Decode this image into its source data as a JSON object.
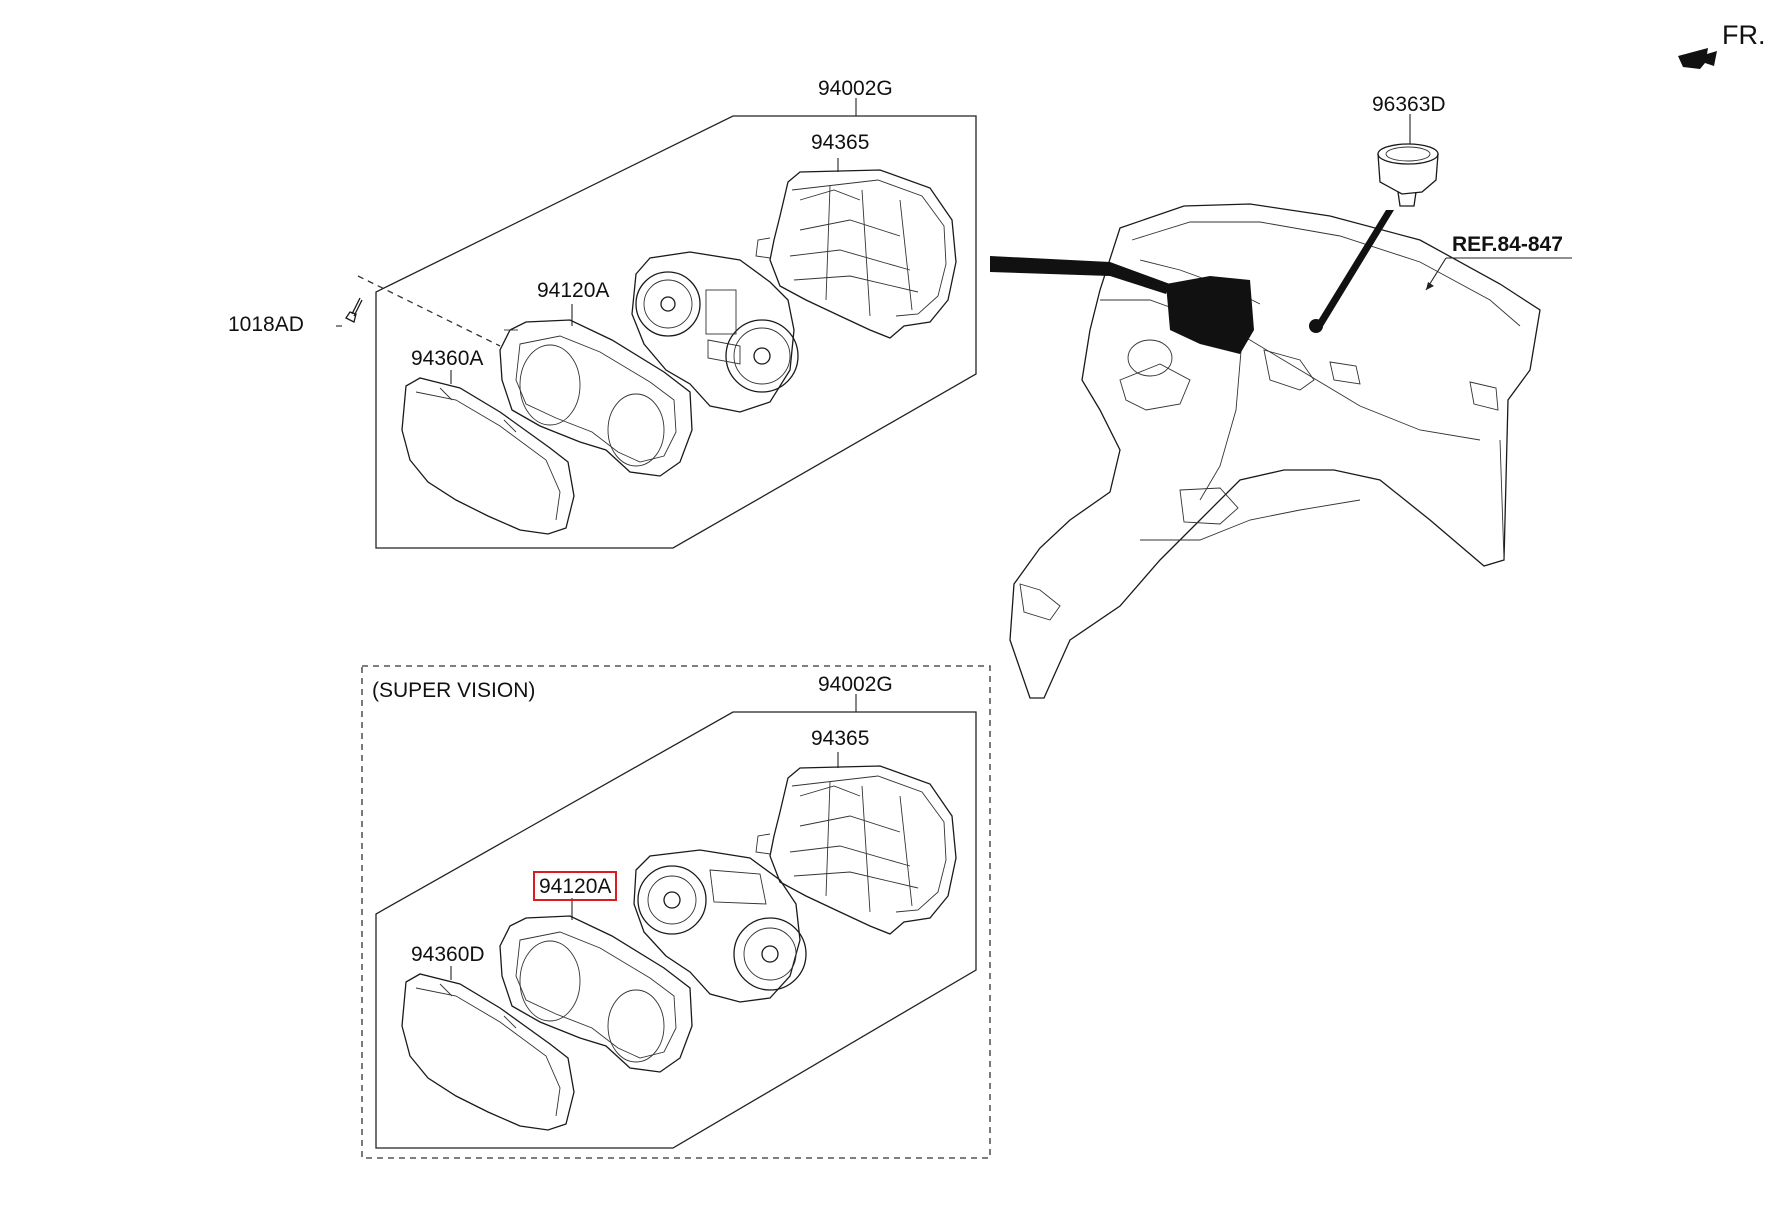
{
  "labels": {
    "fr": "FR.",
    "top_assembly": "94002G",
    "top_housing": "94365",
    "top_gauge": "94120A",
    "top_glass": "94360A",
    "screw": "1018AD",
    "speaker": "96363D",
    "ref": "REF.84-847",
    "variant_title": "(SUPER VISION)",
    "bottom_assembly": "94002G",
    "bottom_housing": "94365",
    "bottom_gauge": "94120A",
    "bottom_glass": "94360D"
  },
  "colors": {
    "line": "#1a1a1a",
    "highlight": "#e0191f",
    "background": "#ffffff"
  }
}
